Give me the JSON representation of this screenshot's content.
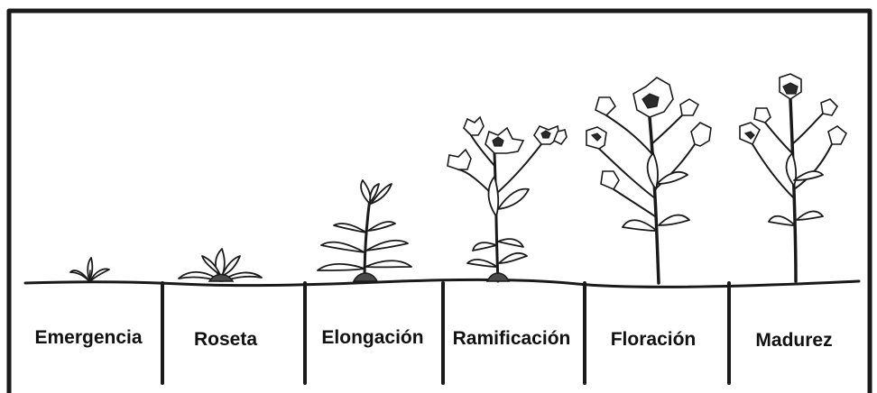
{
  "stages": [
    {
      "label": "Emergencia"
    },
    {
      "label": "Roseta"
    },
    {
      "label": "Elongación"
    },
    {
      "label": "Ramificación"
    },
    {
      "label": "Floración"
    },
    {
      "label": "Madurez"
    }
  ]
}
